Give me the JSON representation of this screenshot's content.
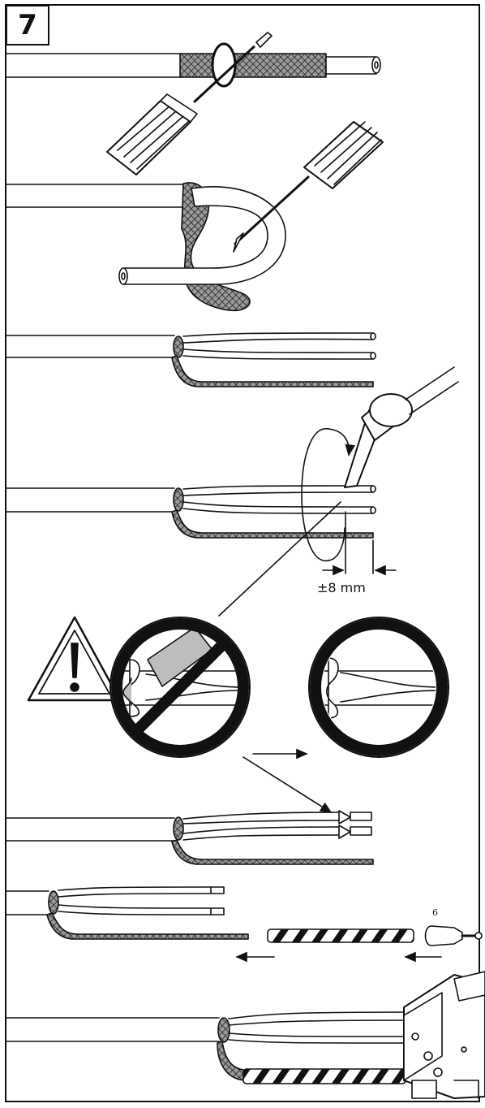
{
  "figure": {
    "step_number": "7",
    "dimension_label": "±8 mm",
    "ferrule_number": "6"
  },
  "colors": {
    "line": "#111111",
    "shield_gray": "#8a8a8a",
    "blade_gray": "#bdbdbd",
    "background": "#ffffff"
  },
  "icons": [
    "screwdriver-icon",
    "warning-triangle-icon",
    "prohibited-sign-icon",
    "crimping-tool-icon",
    "arrow-icon",
    "rotation-arrow-icon"
  ]
}
